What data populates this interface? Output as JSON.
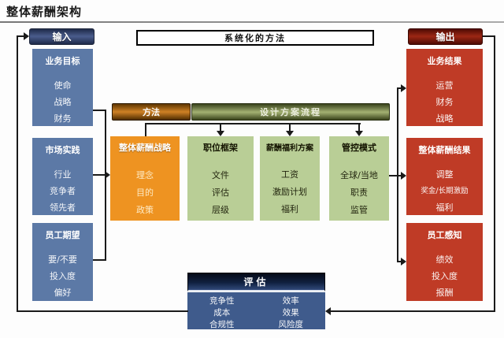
{
  "title": "整体薪酬架构",
  "colors": {
    "box-blue": "#5c79a6",
    "box-red": "#bf3b26",
    "box-orange": "#ee9321",
    "box-green": "#b9ce96",
    "eval-body-blue": "#3f5b8c",
    "line": "#1a1a1a"
  },
  "left": {
    "header": "输入",
    "boxes": [
      {
        "title": "业务目标",
        "items": [
          "使命",
          "战略",
          "财务"
        ]
      },
      {
        "title": "市场实践",
        "items": [
          "行业",
          "竞争者",
          "领先者"
        ]
      },
      {
        "title": "员工期望",
        "items": [
          "要/不要",
          "投入度",
          "偏好"
        ]
      }
    ]
  },
  "right": {
    "header": "输出",
    "boxes": [
      {
        "title": "业务结果",
        "items": [
          "运营",
          "财务",
          "战略"
        ]
      },
      {
        "title": "整体薪酬结果",
        "items": [
          "调整",
          "奖金/长期激励",
          "福利"
        ]
      },
      {
        "title": "员工感知",
        "items": [
          "绩效",
          "投入度",
          "报酬"
        ]
      }
    ]
  },
  "center": {
    "top_banner": "系统化的方法",
    "method_label": "方法",
    "process_label": "设计方案流程",
    "columns": [
      {
        "title": "整体薪酬战略",
        "items": [
          "理念",
          "目的",
          "政策"
        ]
      },
      {
        "title": "职位框架",
        "items": [
          "文件",
          "评估",
          "层级"
        ]
      },
      {
        "title": "薪酬福利方案",
        "items": [
          "工资",
          "激励计划",
          "福利"
        ]
      },
      {
        "title": "管控模式",
        "items": [
          "全球/当地",
          "职责",
          "监管"
        ]
      }
    ]
  },
  "evaluation": {
    "header": "评估",
    "left_items": [
      "竞争性",
      "成本",
      "合规性"
    ],
    "right_items": [
      "效率",
      "效果",
      "风险度"
    ]
  }
}
